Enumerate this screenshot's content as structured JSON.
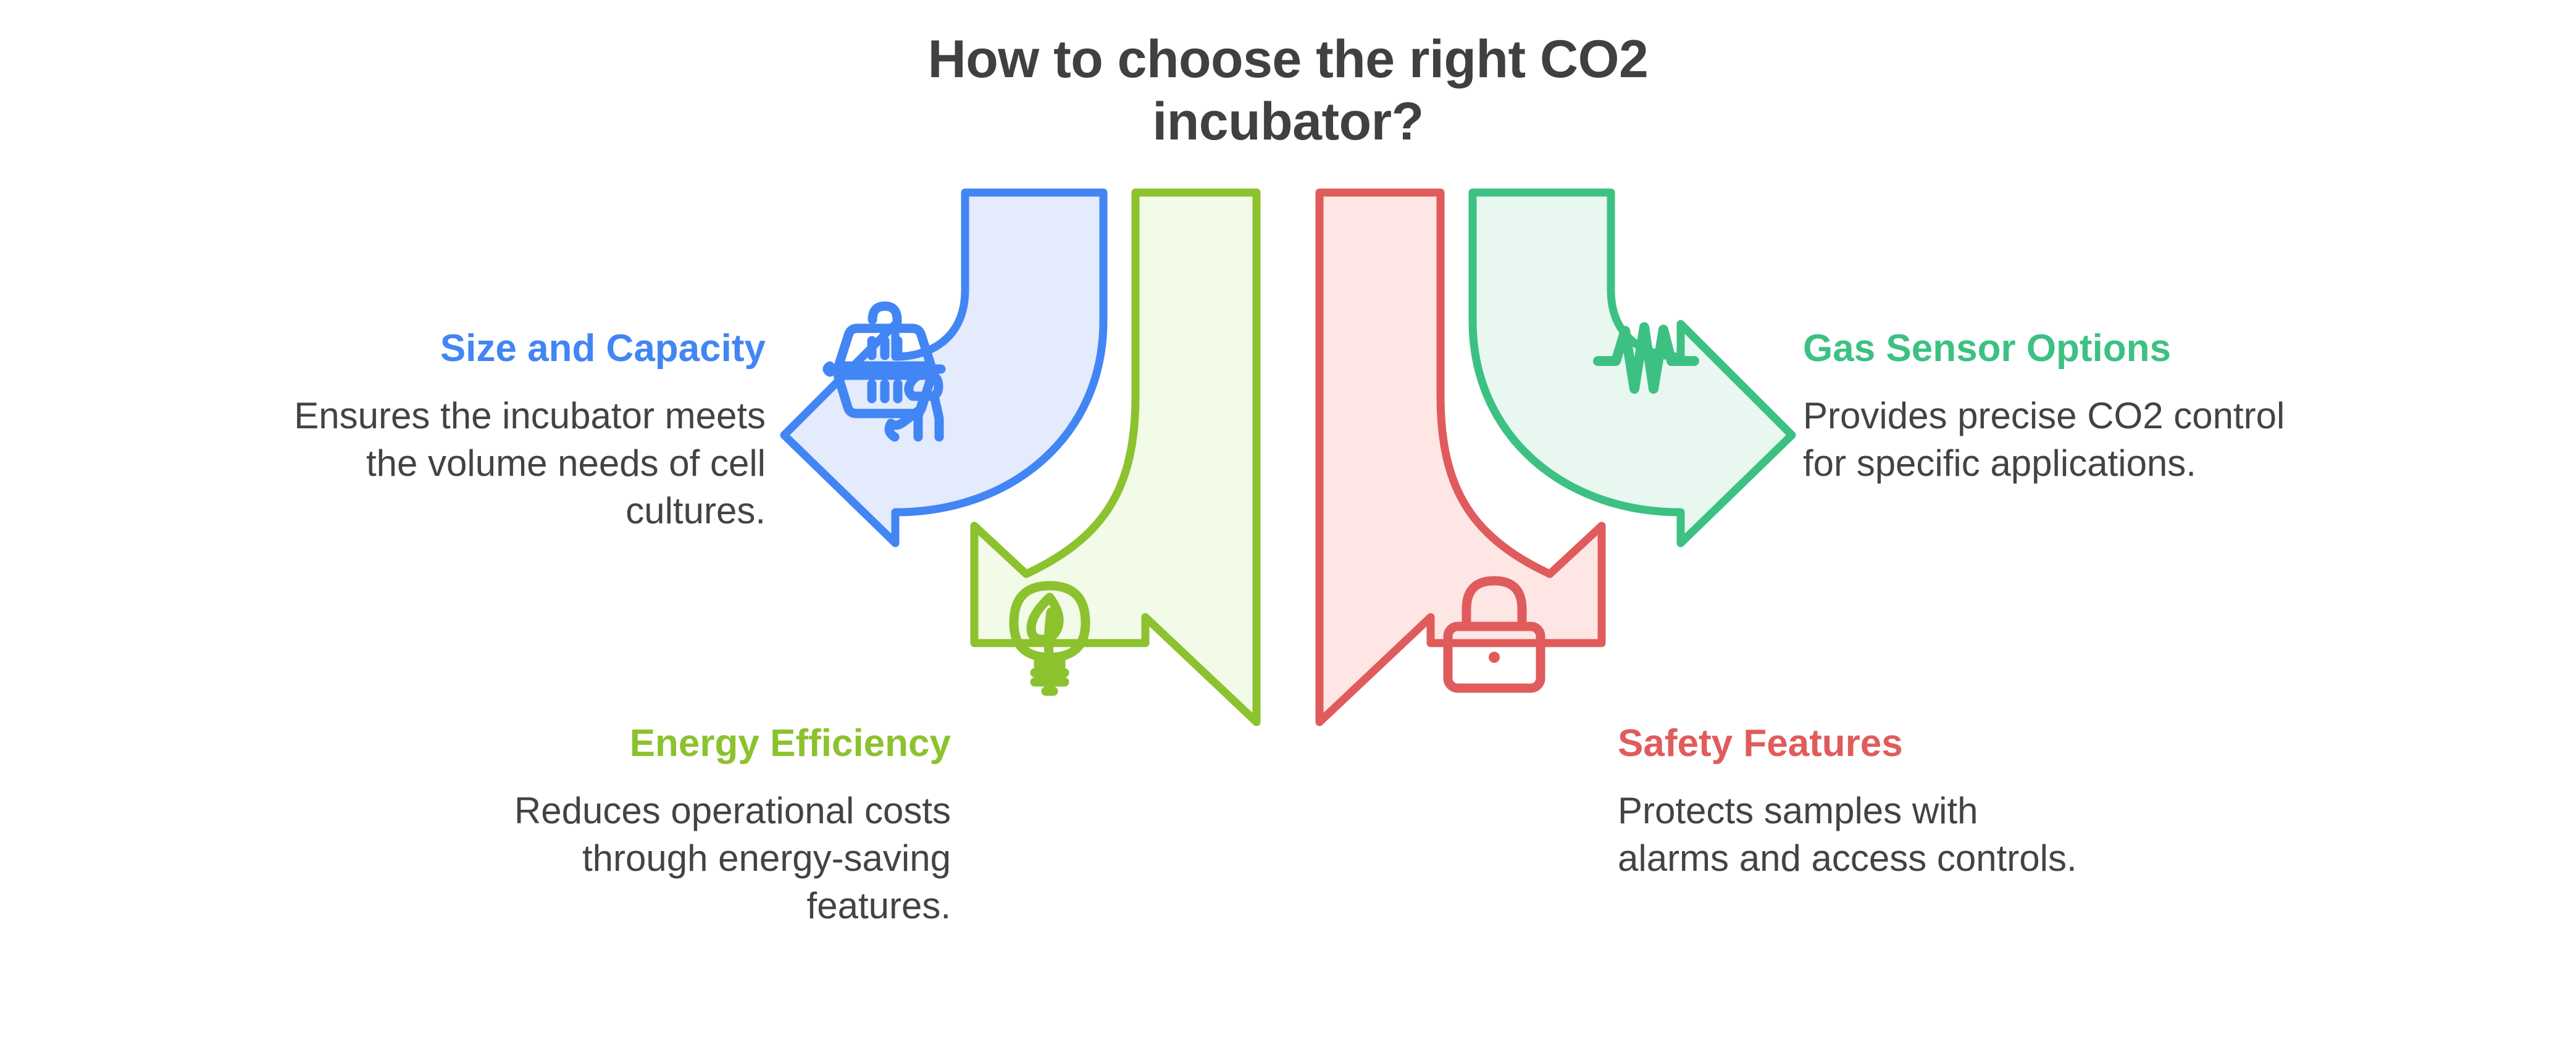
{
  "page": {
    "background_color": "#ffffff",
    "title": "How to choose the right CO2\nincubator?",
    "title_color": "#404040"
  },
  "blocks": [
    {
      "key": "size",
      "heading": "Size and Capacity",
      "heading_color": "#4285F4",
      "body": "Ensures the incubator meets\nthe volume needs of cell\ncultures.",
      "icon": "pet-carrier-dog-icon",
      "align": "right",
      "arrow_direction": "left",
      "arrow_stroke": "#4285F4",
      "arrow_fill": "#E3EBFD"
    },
    {
      "key": "energy",
      "heading": "Energy Efficiency",
      "heading_color": "#8CC22E",
      "body": "Reduces operational costs\nthrough energy-saving\nfeatures.",
      "icon": "eco-lightbulb-leaf-icon",
      "align": "right",
      "arrow_direction": "down-left",
      "arrow_stroke": "#8CC22E",
      "arrow_fill": "#F2FAE8"
    },
    {
      "key": "safety",
      "heading": "Safety Features",
      "heading_color": "#E05C5C",
      "body": "Protects samples with\nalarms and access controls.",
      "icon": "padlock-icon",
      "align": "left",
      "arrow_direction": "down-right",
      "arrow_stroke": "#E05C5C",
      "arrow_fill": "#FDE6E4"
    },
    {
      "key": "gas",
      "heading": "Gas Sensor Options",
      "heading_color": "#3CC183",
      "body": "Provides precise CO2 control\nfor specific applications.",
      "icon": "signal-waveform-icon",
      "align": "left",
      "arrow_direction": "right",
      "arrow_stroke": "#3CC183",
      "arrow_fill": "#E8F8F0"
    }
  ],
  "chart_data": {
    "type": "diagram",
    "diagram_kind": "four-curved-arrows-radial",
    "title": "How to choose the right CO2 incubator?",
    "items": [
      {
        "label": "Size and Capacity",
        "description": "Ensures the incubator meets the volume needs of cell cultures.",
        "color": "#4285F4",
        "position": "top-left"
      },
      {
        "label": "Energy Efficiency",
        "description": "Reduces operational costs through energy-saving features.",
        "color": "#8CC22E",
        "position": "bottom-left"
      },
      {
        "label": "Safety Features",
        "description": "Protects samples with alarms and access controls.",
        "color": "#E05C5C",
        "position": "bottom-right"
      },
      {
        "label": "Gas Sensor Options",
        "description": "Provides precise CO2 control for specific applications.",
        "color": "#3CC183",
        "position": "top-right"
      }
    ]
  }
}
